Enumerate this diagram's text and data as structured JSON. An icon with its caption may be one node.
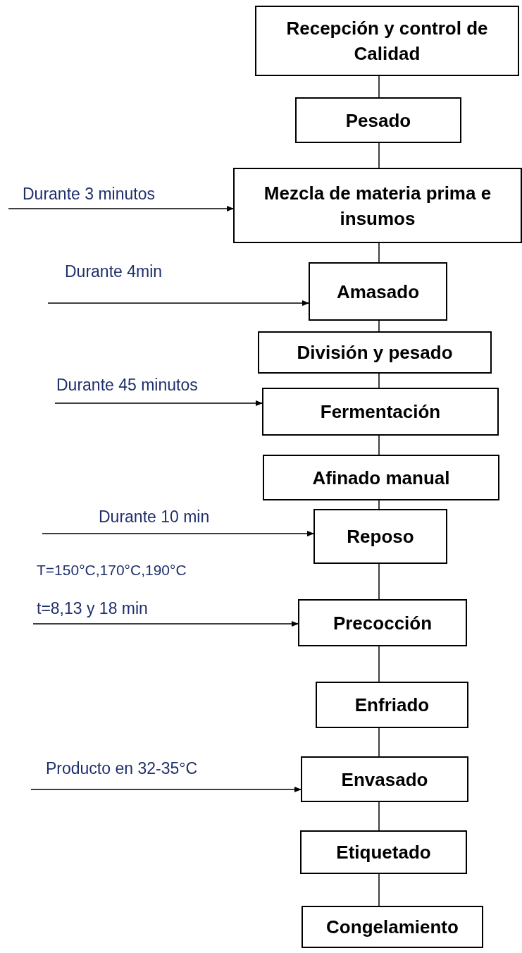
{
  "diagram": {
    "nodes": [
      {
        "text": [
          "Recepción y control de Calidad"
        ]
      },
      {
        "text": [
          "Pesado"
        ]
      },
      {
        "text": [
          "Mezcla de materia prima e insumos"
        ]
      },
      {
        "text": [
          "Amasado"
        ]
      },
      {
        "text": [
          "División y pesado"
        ]
      },
      {
        "text": [
          "Fermentación"
        ]
      },
      {
        "text": [
          "Afinado manual"
        ]
      },
      {
        "text": [
          "Reposo"
        ]
      },
      {
        "text": [
          "Precocción"
        ]
      },
      {
        "text": [
          "Enfriado"
        ]
      },
      {
        "text": [
          "Envasado"
        ]
      },
      {
        "text": [
          "Etiquetado"
        ]
      },
      {
        "text": [
          "Congelamiento"
        ]
      }
    ],
    "edges": [
      {
        "from": 0,
        "to": 1,
        "arrow": "none"
      },
      {
        "from": 1,
        "to": 2,
        "arrow": "none"
      },
      {
        "from": 2,
        "to": 3,
        "arrow": "none"
      },
      {
        "from": 3,
        "to": 4,
        "arrow": "none"
      },
      {
        "from": 4,
        "to": 5,
        "arrow": "none"
      },
      {
        "from": 5,
        "to": 6,
        "arrow": "none"
      },
      {
        "from": 6,
        "to": 7,
        "arrow": "none"
      },
      {
        "from": 7,
        "to": 8,
        "arrow": "none"
      },
      {
        "from": 8,
        "to": 9,
        "arrow": "none"
      },
      {
        "from": 9,
        "to": 10,
        "arrow": "none"
      },
      {
        "from": 10,
        "to": 11,
        "arrow": "none"
      },
      {
        "from": 11,
        "to": 12,
        "arrow": "none"
      },
      {
        "from": null,
        "to": 2,
        "arrow": "to",
        "label": "Durante 3 minutos"
      },
      {
        "from": null,
        "to": 3,
        "arrow": "to",
        "label": "Durante 4min"
      },
      {
        "from": null,
        "to": 5,
        "arrow": "to",
        "label": "Durante 45 minutos"
      },
      {
        "from": null,
        "to": 7,
        "arrow": "to",
        "label": "Durante 10 min"
      },
      {
        "from": null,
        "to": 8,
        "arrow": "to",
        "label": "t=8,13 y 18 min"
      },
      {
        "from": null,
        "to": 10,
        "arrow": "to",
        "label": "Producto en 32-35°C"
      }
    ],
    "labels": [
      "T=150°C,170°C,190°C"
    ]
  }
}
